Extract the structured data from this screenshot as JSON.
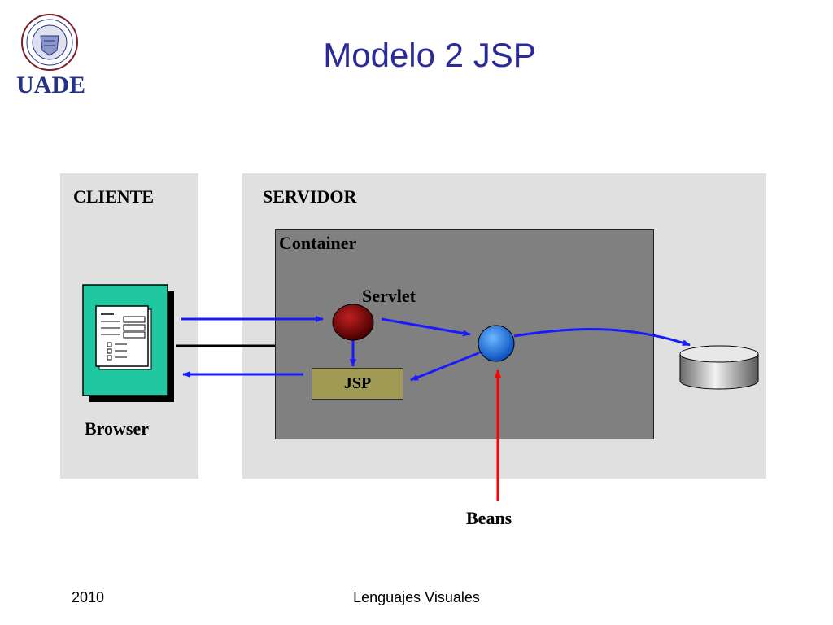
{
  "slide": {
    "title": "Modelo 2 JSP",
    "logo_text": "UADE",
    "footer_left": "2010",
    "footer_center": "Lenguajes Visuales"
  },
  "diagram": {
    "cliente_label": "CLIENTE",
    "servidor_label": "SERVIDOR",
    "container_label": "Container",
    "servlet_label": "Servlet",
    "jsp_label": "JSP",
    "browser_label": "Browser",
    "beans_label": "Beans"
  },
  "colors": {
    "title": "#2a2a9a",
    "arrow_blue": "#1a1aff",
    "arrow_red": "#ff0000",
    "panel_gray": "#e0e0e0",
    "container_gray": "#808080",
    "servlet": "#7a0000",
    "bean": "#1e6fe0",
    "browser_green": "#1fc8a0",
    "jsp_olive": "#a09a55"
  }
}
